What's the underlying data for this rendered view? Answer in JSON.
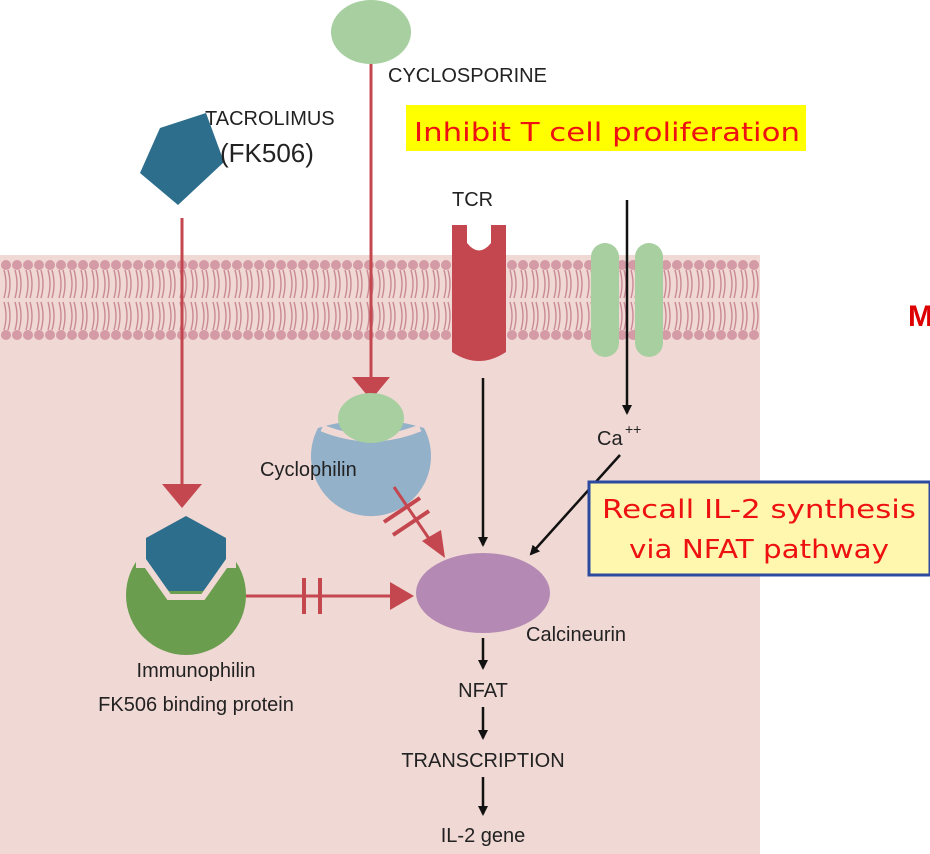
{
  "labels": {
    "cyclosporine": "CYCLOSPORINE",
    "tacrolimus": "TACROLIMUS",
    "fk506": "(FK506)",
    "inhibit": "Inhibit T cell proliferation",
    "tcr": "TCR",
    "ca": "Ca",
    "ca_charge": "++",
    "cyclophilin": "Cyclophilin",
    "immunophilin": "Immunophilin",
    "fkbp": "FK506 binding protein",
    "calcineurin": "Calcineurin",
    "nfat": "NFAT",
    "transcription": "TRANSCRIPTION",
    "il2gene": "IL-2 gene",
    "recall_line1": "Recall IL-2 synthesis",
    "recall_line2": "via NFAT pathway",
    "cut_letter": "M"
  },
  "colors": {
    "cell_interior": "#f0d8d4",
    "membrane_head": "#d49aa5",
    "membrane_tail": "#c98a95",
    "tacrolimus": "#2c6e8c",
    "cyclosporine": "#a7cfa0",
    "cyclophilin": "#93b1c9",
    "tcr": "#c4474f",
    "channel": "#a7cfa0",
    "immunophilin": "#6b9d4e",
    "calcineurin": "#b48ab4",
    "inhibitor_line": "#c4474f",
    "highlight_bg": "#ffff00",
    "callout_border": "#2c4aa0",
    "callout_text": "#ee1111"
  }
}
